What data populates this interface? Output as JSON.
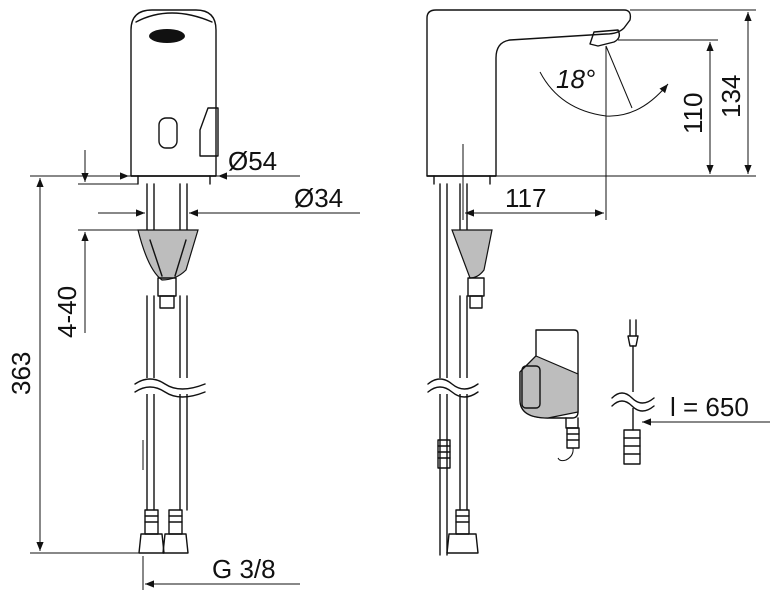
{
  "drawing": {
    "dimensions": {
      "height_total": "363",
      "adjust_range": "4-40",
      "diameter_body": "Ø54",
      "diameter_base": "Ø34",
      "thread": "G 3/8",
      "spout_reach": "117",
      "angle": "18°",
      "height_110": "110",
      "height_134": "134",
      "cable_length": "l = 650"
    }
  }
}
